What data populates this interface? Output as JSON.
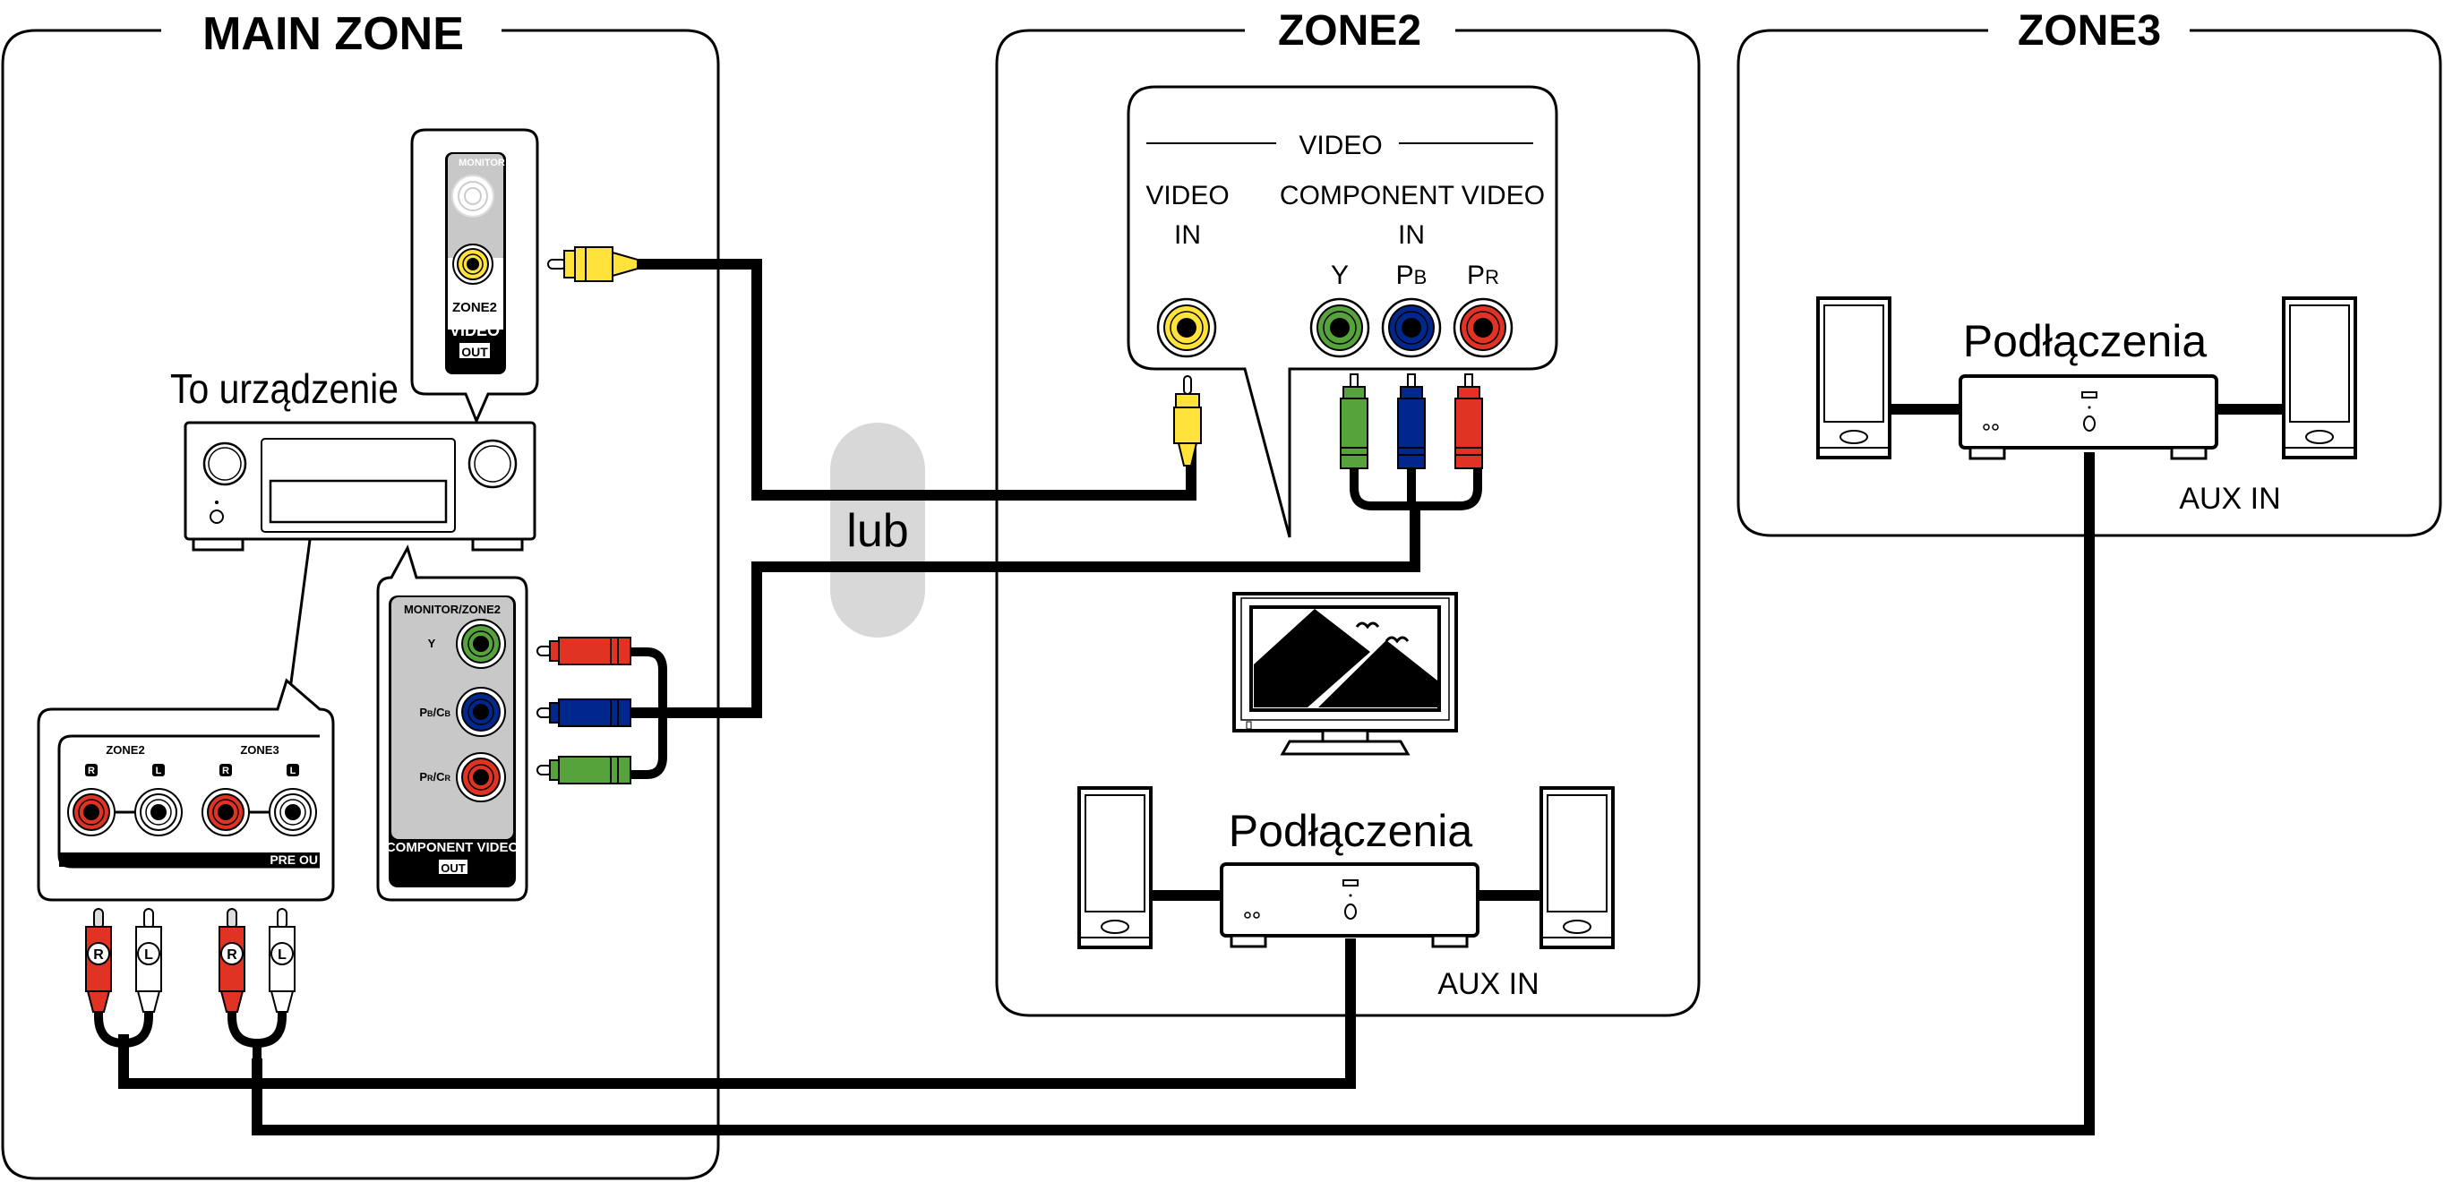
{
  "zones": {
    "main": {
      "title": "MAIN ZONE"
    },
    "zone2": {
      "title": "ZONE2"
    },
    "zone3": {
      "title": "ZONE3"
    }
  },
  "main_zone": {
    "device_label": "To urządzenie",
    "video_jack_panel": {
      "top_label": "MONITOR",
      "zone_label": "ZONE2",
      "section_label": "VIDEO",
      "direction_label": "OUT"
    },
    "component_panel": {
      "header": "MONITOR/ZONE2",
      "jacks": [
        {
          "label_main": "Y",
          "label_sub": "",
          "label_main2": "",
          "label_sub2": "",
          "color": "#56a33c"
        },
        {
          "label_main": "P",
          "label_sub": "B",
          "label_main2": "/C",
          "label_sub2": "B",
          "color": "#00288c"
        },
        {
          "label_main": "P",
          "label_sub": "R",
          "label_main2": "/C",
          "label_sub2": "R",
          "color": "#e03323"
        }
      ],
      "section_label": "COMPONENT VIDEO",
      "direction_label": "OUT"
    },
    "preout_panel": {
      "groups": [
        {
          "label": "ZONE2",
          "channels": [
            "R",
            "L"
          ]
        },
        {
          "label": "ZONE3",
          "channels": [
            "R",
            "L"
          ]
        }
      ],
      "section_label": "PRE OU"
    },
    "rca_plugs": [
      "R",
      "L",
      "R",
      "L"
    ]
  },
  "separator": {
    "label": "lub"
  },
  "zone2": {
    "video_panel": {
      "heading": "VIDEO",
      "video_in_label_line1": "VIDEO",
      "video_in_label_line2": "IN",
      "component_label_line1": "COMPONENT VIDEO",
      "component_label_line2": "IN",
      "channels": [
        {
          "main": "Y",
          "sub": ""
        },
        {
          "main": "P",
          "sub": "B"
        },
        {
          "main": "P",
          "sub": "R"
        }
      ]
    },
    "amp_label": "Podłączenia",
    "input_label": "AUX IN"
  },
  "zone3": {
    "amp_label": "Podłączenia",
    "input_label": "AUX IN"
  },
  "colors": {
    "yellow": "#ffe33a",
    "green": "#56a33c",
    "blue": "#00288c",
    "red": "#e03323",
    "panel_gray": "#c8c8c8",
    "lub_gray": "#d8d8d8"
  }
}
